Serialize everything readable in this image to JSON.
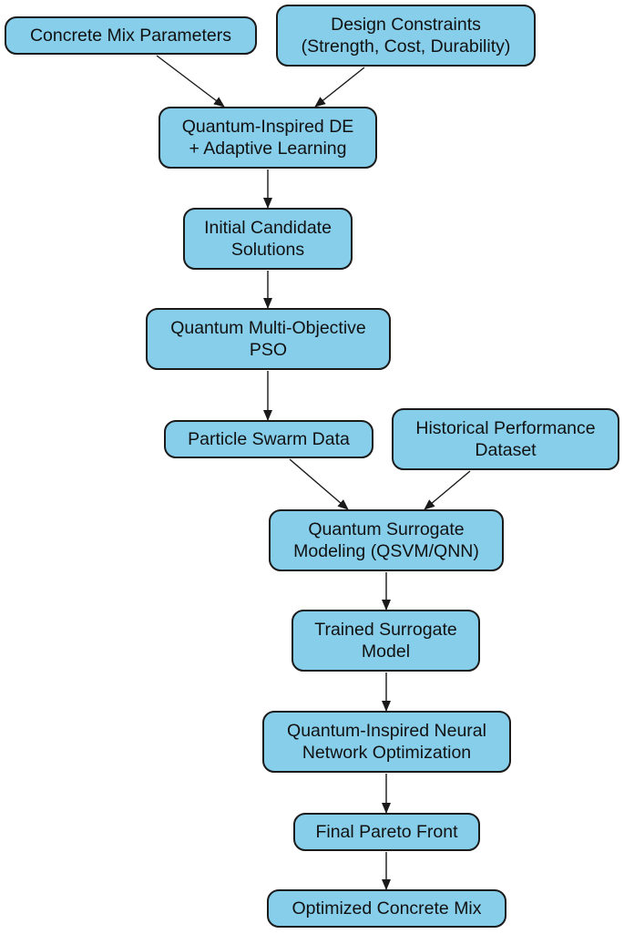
{
  "style": {
    "node_fill": "#87ceeb",
    "node_border": "#1a1a1a",
    "edge_color": "#1a1a1a",
    "background": "#ffffff"
  },
  "nodes": [
    {
      "id": "concrete_mix_parameters",
      "label": "Concrete Mix Parameters"
    },
    {
      "id": "design_constraints",
      "label": "Design Constraints\n(Strength, Cost, Durability)"
    },
    {
      "id": "qi_de",
      "label": "Quantum-Inspired DE\n+ Adaptive Learning"
    },
    {
      "id": "initial_candidates",
      "label": "Initial Candidate\nSolutions"
    },
    {
      "id": "qmopso",
      "label": "Quantum Multi-Objective\nPSO"
    },
    {
      "id": "particle_swarm_data",
      "label": "Particle Swarm Data"
    },
    {
      "id": "historical_dataset",
      "label": "Historical Performance\nDataset"
    },
    {
      "id": "quantum_surrogate",
      "label": "Quantum Surrogate\nModeling (QSVM/QNN)"
    },
    {
      "id": "trained_surrogate",
      "label": "Trained Surrogate\nModel"
    },
    {
      "id": "qinn_optimization",
      "label": "Quantum-Inspired Neural\nNetwork Optimization"
    },
    {
      "id": "final_pareto",
      "label": "Final Pareto Front"
    },
    {
      "id": "optimized_mix",
      "label": "Optimized Concrete Mix"
    }
  ],
  "edges": [
    {
      "from": "concrete_mix_parameters",
      "to": "qi_de"
    },
    {
      "from": "design_constraints",
      "to": "qi_de"
    },
    {
      "from": "qi_de",
      "to": "initial_candidates"
    },
    {
      "from": "initial_candidates",
      "to": "qmopso"
    },
    {
      "from": "qmopso",
      "to": "particle_swarm_data"
    },
    {
      "from": "particle_swarm_data",
      "to": "quantum_surrogate"
    },
    {
      "from": "historical_dataset",
      "to": "quantum_surrogate"
    },
    {
      "from": "quantum_surrogate",
      "to": "trained_surrogate"
    },
    {
      "from": "trained_surrogate",
      "to": "qinn_optimization"
    },
    {
      "from": "qinn_optimization",
      "to": "final_pareto"
    },
    {
      "from": "final_pareto",
      "to": "optimized_mix"
    }
  ]
}
